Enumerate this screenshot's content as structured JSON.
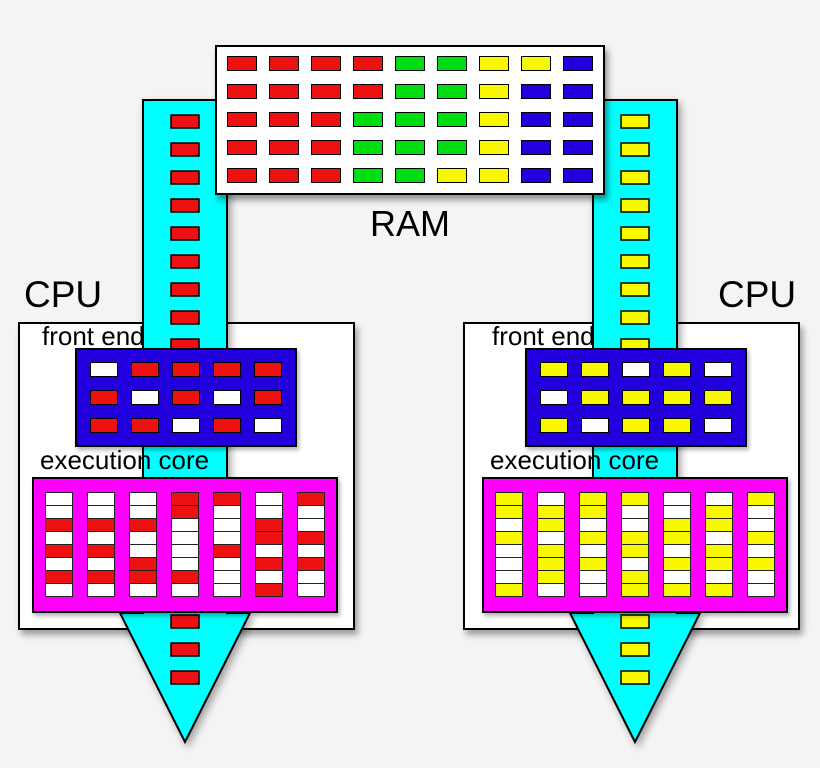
{
  "background": "#f4f4f4",
  "colors": {
    "red": "#ee1111",
    "green": "#00dd11",
    "yellow": "#f8f800",
    "blue": "#2200dd",
    "cyan": "#00ffff",
    "magenta": "#ff00ff",
    "white": "#ffffff",
    "outline": "#000000"
  },
  "ram": {
    "label": "RAM",
    "rows": [
      [
        "red",
        "red",
        "red",
        "red",
        "green",
        "green",
        "yellow",
        "yellow",
        "blue"
      ],
      [
        "red",
        "red",
        "red",
        "red",
        "green",
        "green",
        "yellow",
        "blue",
        "blue"
      ],
      [
        "red",
        "red",
        "red",
        "green",
        "green",
        "green",
        "yellow",
        "blue",
        "blue"
      ],
      [
        "red",
        "red",
        "red",
        "green",
        "green",
        "green",
        "yellow",
        "blue",
        "blue"
      ],
      [
        "red",
        "red",
        "red",
        "green",
        "green",
        "yellow",
        "yellow",
        "blue",
        "blue"
      ]
    ]
  },
  "cpus": [
    {
      "id": "left",
      "label": "CPU",
      "front_end_label": "front end",
      "exec_core_label": "execution core",
      "stream": {
        "color": "red",
        "top_blocks": 9,
        "head_blocks": 3
      },
      "front_end_rows": [
        [
          "white",
          "red",
          "red",
          "red",
          "red"
        ],
        [
          "red",
          "white",
          "red",
          "white",
          "red"
        ],
        [
          "red",
          "red",
          "white",
          "red",
          "white"
        ]
      ],
      "exec_core_columns": [
        [
          "white",
          "white",
          "red",
          "white",
          "red",
          "white",
          "red",
          "white"
        ],
        [
          "white",
          "white",
          "red",
          "white",
          "red",
          "white",
          "red",
          "white"
        ],
        [
          "white",
          "white",
          "red",
          "white",
          "white",
          "red",
          "red",
          "white"
        ],
        [
          "red",
          "red",
          "white",
          "white",
          "white",
          "white",
          "red",
          "white"
        ],
        [
          "red",
          "white",
          "white",
          "white",
          "red",
          "white",
          "white",
          "white"
        ],
        [
          "white",
          "white",
          "red",
          "red",
          "white",
          "red",
          "white",
          "red"
        ],
        [
          "red",
          "white",
          "white",
          "red",
          "white",
          "red",
          "white",
          "white"
        ]
      ]
    },
    {
      "id": "right",
      "label": "CPU",
      "front_end_label": "front end",
      "exec_core_label": "execution core",
      "stream": {
        "color": "yellow",
        "top_blocks": 9,
        "head_blocks": 3
      },
      "front_end_rows": [
        [
          "yellow",
          "yellow",
          "white",
          "yellow",
          "white"
        ],
        [
          "white",
          "yellow",
          "yellow",
          "yellow",
          "yellow"
        ],
        [
          "yellow",
          "white",
          "yellow",
          "yellow",
          "white"
        ]
      ],
      "exec_core_columns": [
        [
          "yellow",
          "yellow",
          "white",
          "yellow",
          "white",
          "white",
          "white",
          "yellow"
        ],
        [
          "white",
          "yellow",
          "yellow",
          "white",
          "yellow",
          "yellow",
          "yellow",
          "white"
        ],
        [
          "yellow",
          "yellow",
          "white",
          "yellow",
          "white",
          "yellow",
          "white",
          "white"
        ],
        [
          "yellow",
          "white",
          "white",
          "yellow",
          "yellow",
          "white",
          "yellow",
          "yellow"
        ],
        [
          "white",
          "white",
          "yellow",
          "yellow",
          "white",
          "yellow",
          "white",
          "yellow"
        ],
        [
          "white",
          "yellow",
          "yellow",
          "white",
          "yellow",
          "yellow",
          "white",
          "yellow"
        ],
        [
          "yellow",
          "white",
          "white",
          "yellow",
          "white",
          "yellow",
          "white",
          "white"
        ]
      ]
    }
  ]
}
